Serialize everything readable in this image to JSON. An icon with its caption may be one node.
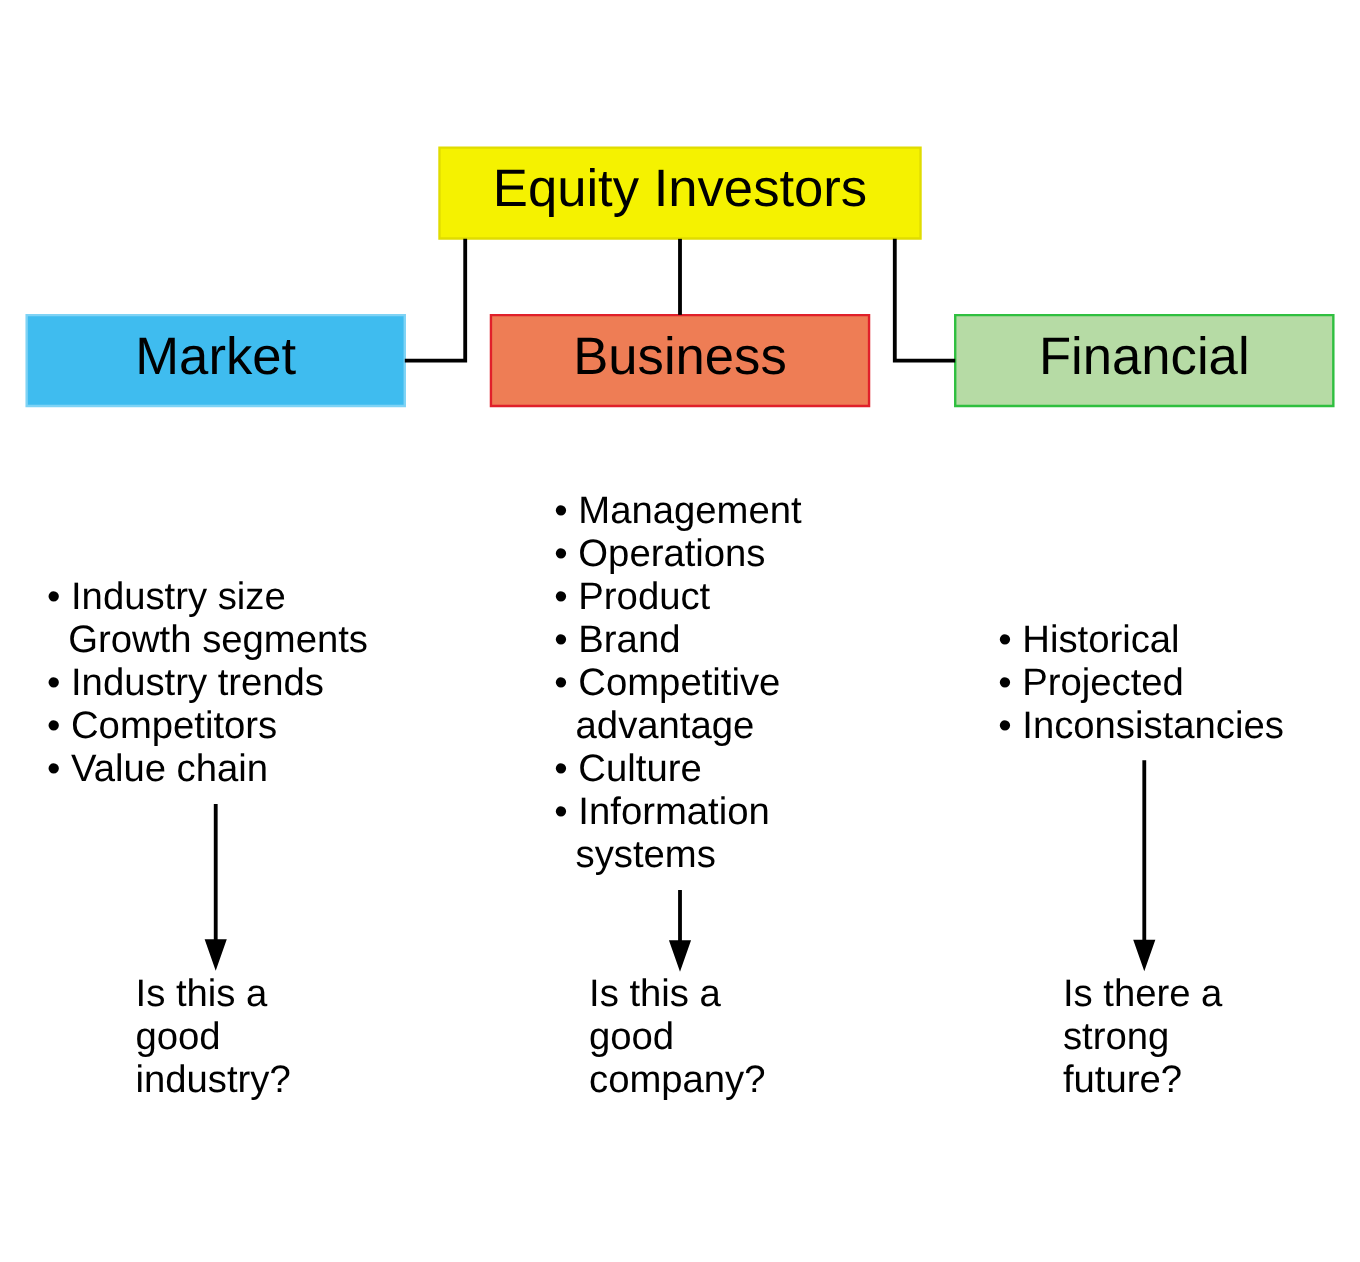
{
  "diagram": {
    "nodes": [
      {
        "text": [
          "Equity Investors"
        ]
      },
      {
        "text": [
          "Market"
        ]
      },
      {
        "text": [
          "Business"
        ]
      },
      {
        "text": [
          "Financial"
        ]
      },
      {
        "text": [
          "• Industry size Growth segments",
          "• Industry trends",
          "• Competitors",
          "• Value chain"
        ]
      },
      {
        "text": [
          "• Management",
          "• Operations",
          "• Product",
          "• Brand",
          "• Competitive advantage",
          "• Culture",
          "• Information systems"
        ]
      },
      {
        "text": [
          "• Historical",
          "• Projected",
          "• Inconsistancies"
        ]
      },
      {
        "text": [
          "Is this a good industry?"
        ]
      },
      {
        "text": [
          "Is this a good company?"
        ]
      },
      {
        "text": [
          "Is there a strong future?"
        ]
      }
    ],
    "edges": [
      {
        "from": 0,
        "to": 1,
        "arrow": "none"
      },
      {
        "from": 0,
        "to": 2,
        "arrow": "none"
      },
      {
        "from": 0,
        "to": 3,
        "arrow": "none"
      },
      {
        "from": 4,
        "to": 7,
        "arrow": "to"
      },
      {
        "from": 5,
        "to": 8,
        "arrow": "to"
      },
      {
        "from": 6,
        "to": 9,
        "arrow": "to"
      }
    ]
  }
}
